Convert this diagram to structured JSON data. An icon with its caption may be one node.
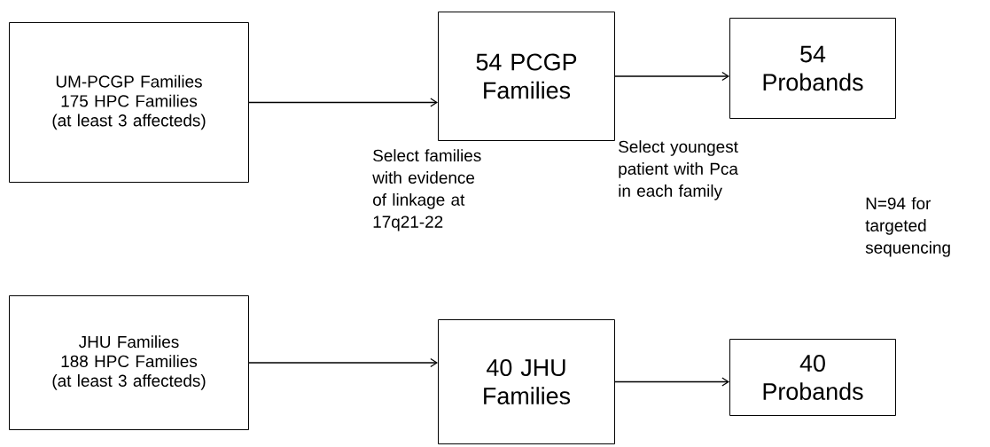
{
  "diagram": {
    "nodes": [
      {
        "text": [
          "UM-PCGP Families",
          "175 HPC Families",
          "(at least 3 affecteds)"
        ]
      },
      {
        "text": [
          "54 PCGP Families"
        ]
      },
      {
        "text": [
          "54 Probands"
        ]
      },
      {
        "text": [
          "JHU Families",
          "188 HPC Families",
          "(at least 3 affecteds)"
        ]
      },
      {
        "text": [
          "40 JHU Families"
        ]
      },
      {
        "text": [
          "40 Probands"
        ]
      }
    ],
    "edges": [
      {
        "from": 0,
        "to": 1,
        "arrow": "to"
      },
      {
        "from": 1,
        "to": 2,
        "arrow": "to"
      },
      {
        "from": 3,
        "to": 4,
        "arrow": "to"
      },
      {
        "from": 4,
        "to": 5,
        "arrow": "to"
      }
    ],
    "labels": [
      "Select families with evidence of linkage at 17q21-22",
      "Select youngest patient with Pca in each family",
      "N=94 for targeted sequencing"
    ]
  }
}
